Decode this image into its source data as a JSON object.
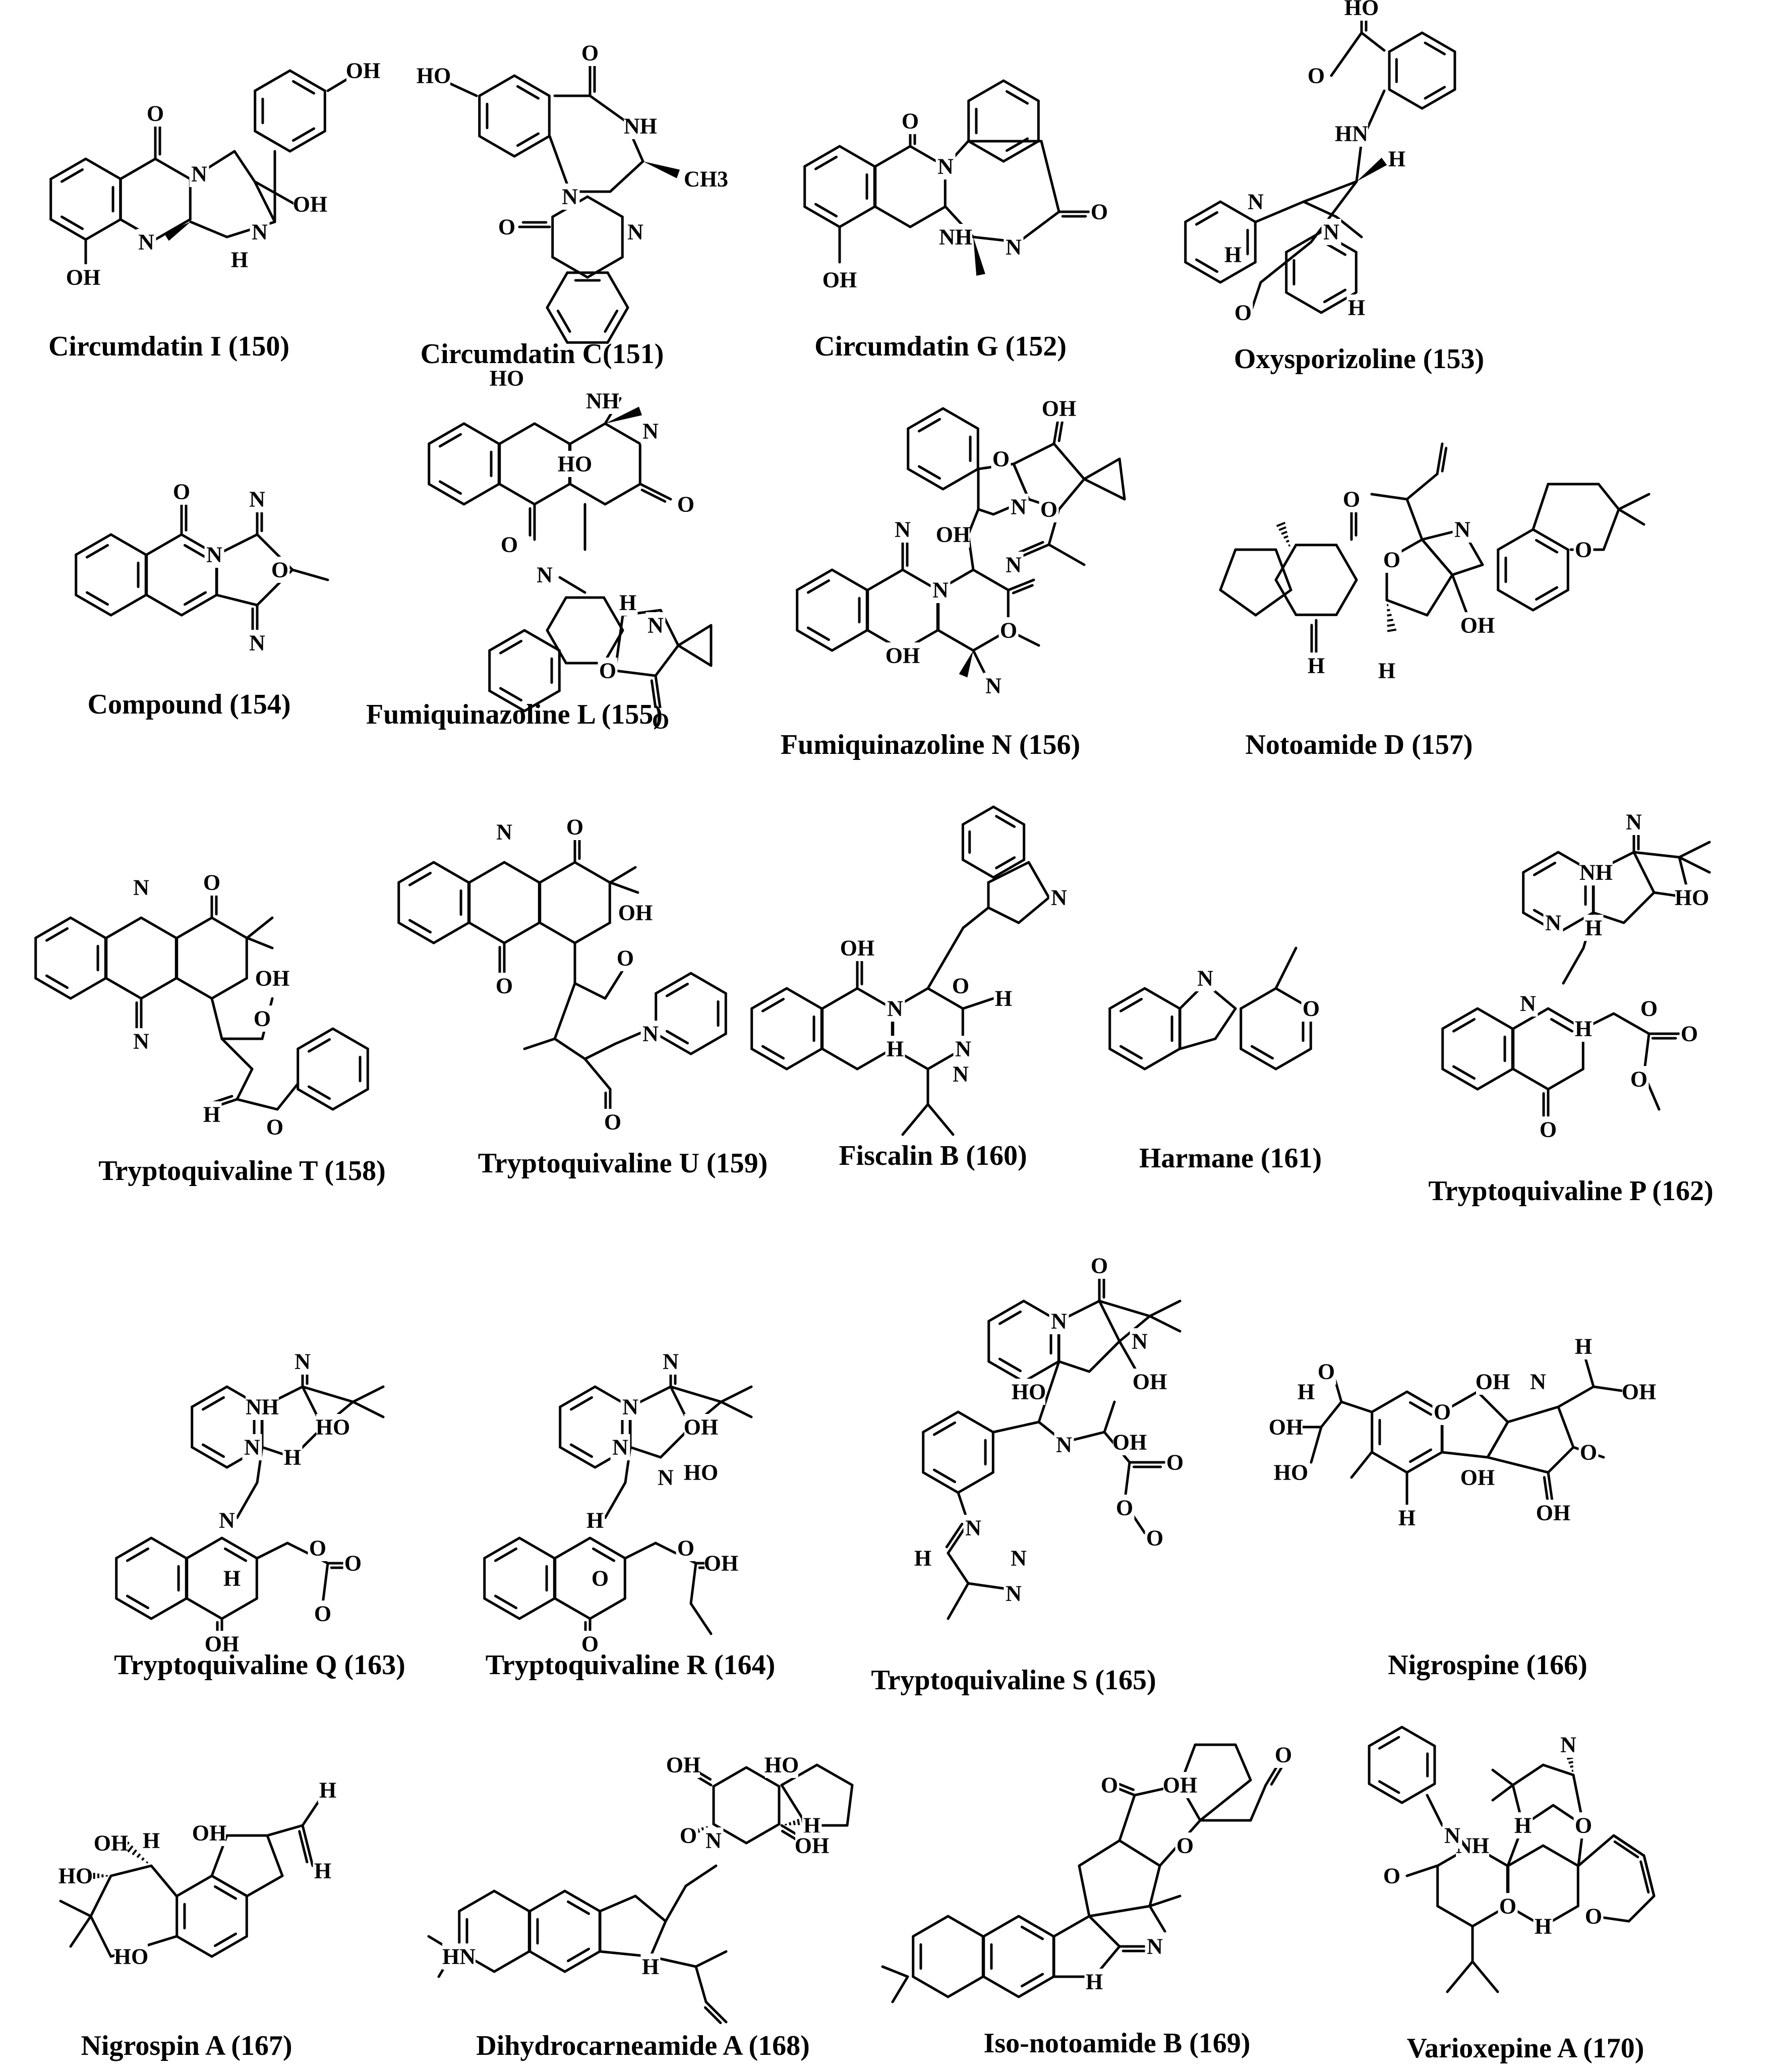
{
  "captions": [
    "Circumdatin I (150)",
    "Circumdatin C(151)",
    "Circumdatin G (152)",
    "Oxysporizoline (153)",
    "Compound (154)",
    "Fumiquinazoline L  (155)",
    "Fumiquinazoline N  (156)",
    "Notoamide D (157)",
    "Tryptoquivaline T (158)",
    "Tryptoquivaline U (159)",
    "Fiscalin B (160)",
    "Harmane (161)",
    "Tryptoquivaline P (162)",
    "Tryptoquivaline Q (163)",
    "Tryptoquivaline R (164)",
    "Tryptoquivaline S (165)",
    "Nigrospine (166)",
    "Nigrospin A (167)",
    "Dihydrocarneamide A (168)",
    "Iso-notoamide B (169)",
    "Varioxepine A (170)"
  ],
  "atom_labels": [
    "OH",
    "O",
    "N",
    "N",
    "N",
    "OH",
    "H",
    "OH",
    "HO",
    "O",
    "NH",
    "CH3",
    "N",
    "N",
    "O",
    "O",
    "N",
    "O",
    "NH",
    "N",
    "OH",
    "HO",
    "O",
    "HN",
    "H",
    "N",
    "N",
    "H",
    "H",
    "O",
    "O",
    "N",
    "N",
    "O",
    "N",
    "HO",
    "NH",
    "N",
    "O",
    "O",
    "HO",
    "N",
    "H",
    "N",
    "O",
    "O",
    "N",
    "O",
    "OH",
    "OH",
    "N",
    "O",
    "N",
    "N",
    "OH",
    "O",
    "N",
    "O",
    "N",
    "O",
    "O",
    "H",
    "H",
    "OH",
    "N",
    "O",
    "OH",
    "O",
    "N",
    "H",
    "O",
    "N",
    "O",
    "OH",
    "O",
    "O",
    "N",
    "O",
    "N",
    "OH",
    "N",
    "O",
    "H",
    "N",
    "H",
    "N",
    "N",
    "O",
    "N",
    "NH",
    "HO",
    "H",
    "N",
    "N",
    "H",
    "O",
    "O",
    "O",
    "O",
    "N",
    "NH",
    "HO",
    "H",
    "N",
    "N",
    "H",
    "O",
    "OH",
    "O",
    "O",
    "N",
    "N",
    "OH",
    "HO",
    "N",
    "N",
    "H",
    "O",
    "O",
    "O",
    "OH",
    "O",
    "N",
    "N",
    "OH",
    "HO",
    "N",
    "OH",
    "N",
    "H",
    "O",
    "O",
    "O",
    "N",
    "N",
    "OH",
    "O",
    "N",
    "H",
    "OH",
    "H",
    "O",
    "OH",
    "HO",
    "H",
    "OH",
    "OH",
    "O",
    "OH",
    "H",
    "OH",
    "H",
    "HO",
    "H",
    "HO",
    "OH",
    "HO",
    "O",
    "N",
    "H",
    "OH",
    "HN",
    "H",
    "O",
    "OH",
    "O",
    "O",
    "N",
    "H",
    "N",
    "H",
    "O",
    "O",
    "NH",
    "O",
    "N",
    "H",
    "O",
    "NH",
    "O",
    "H",
    "O",
    "O",
    "HO",
    "N",
    "N",
    "H",
    "N",
    "O"
  ]
}
